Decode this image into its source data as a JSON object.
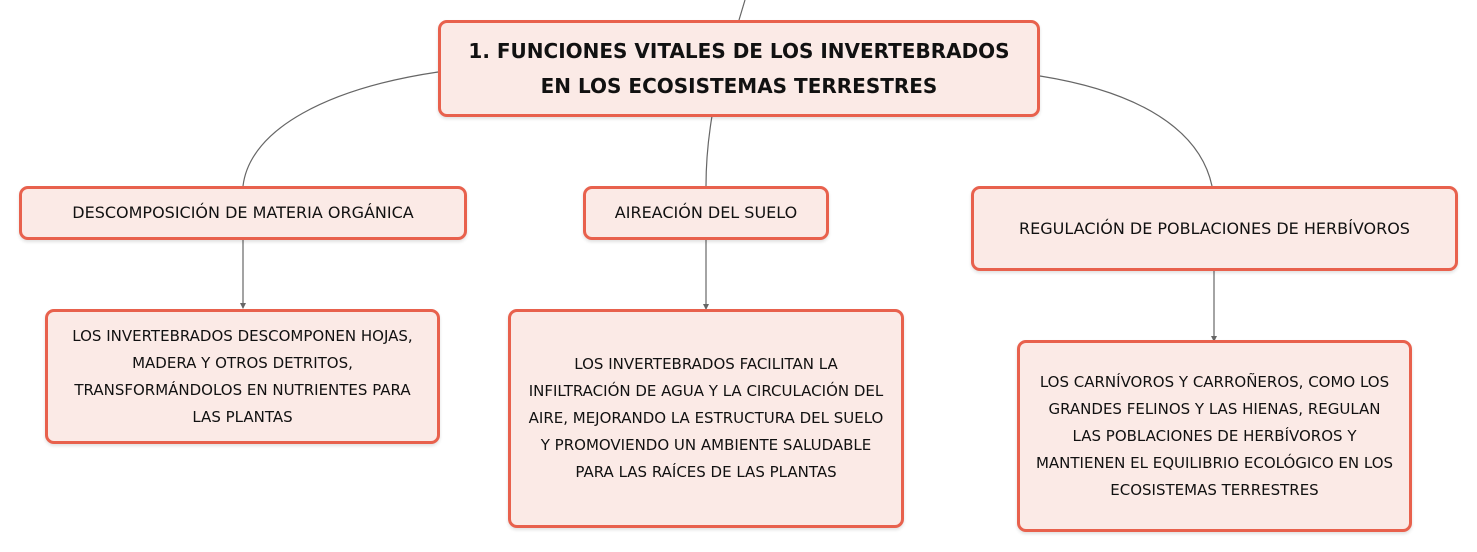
{
  "root": {
    "label": "1. FUNCIONES VITALES DE LOS INVERTEBRADOS EN LOS ECOSISTEMAS TERRESTRES"
  },
  "branches": [
    {
      "label": "DESCOMPOSICIÓN DE MATERIA ORGÁNICA",
      "detail": "LOS INVERTEBRADOS DESCOMPONEN HOJAS, MADERA Y OTROS DETRITOS, TRANSFORMÁNDOLOS EN NUTRIENTES PARA LAS PLANTAS"
    },
    {
      "label": "AIREACIÓN DEL SUELO",
      "detail": "LOS INVERTEBRADOS FACILITAN LA INFILTRACIÓN DE AGUA Y LA CIRCULACIÓN DEL AIRE, MEJORANDO LA ESTRUCTURA DEL SUELO Y PROMOVIENDO UN AMBIENTE SALUDABLE PARA LAS RAÍCES DE LAS PLANTAS"
    },
    {
      "label": "REGULACIÓN DE POBLACIONES DE HERBÍVOROS",
      "detail": "LOS CARNÍVOROS Y CARROÑEROS, COMO LOS GRANDES FELINOS Y LAS HIENAS, REGULAN LAS POBLACIONES DE HERBÍVOROS Y MANTIENEN EL EQUILIBRIO ECOLÓGICO EN LOS ECOSISTEMAS TERRESTRES"
    }
  ],
  "colors": {
    "node_fill": "#fbeae6",
    "node_border": "#e8614d",
    "connector": "#666666"
  }
}
